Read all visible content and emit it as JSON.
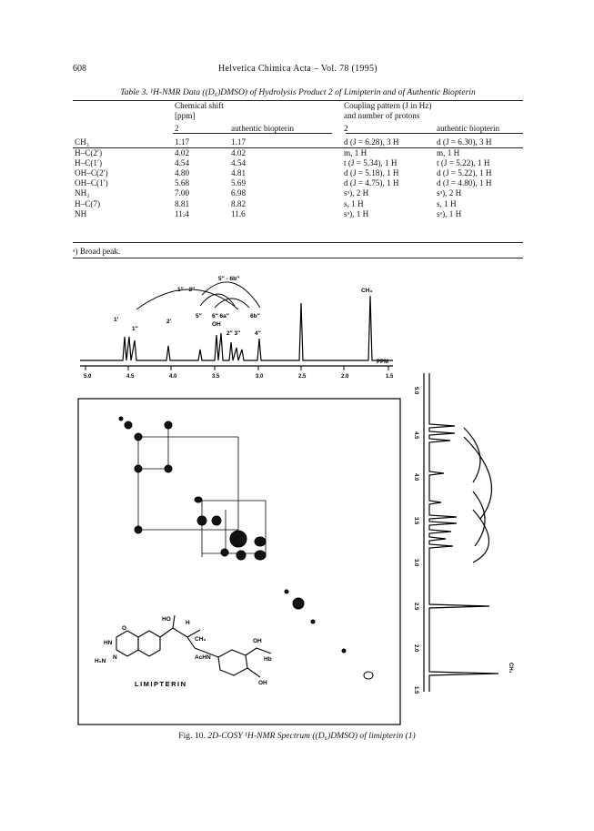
{
  "header": {
    "page_number": "608",
    "journal": "Helvetica Chimica Acta – Vol. 78 (1995)"
  },
  "table": {
    "caption": "Table 3. ¹H-NMR Data ((D₆)DMSO) of Hydrolysis Product 2 of Limipterin and of Authentic Biopterin",
    "group1_line1": "Chemical shift",
    "group1_line2": "[ppm]",
    "group2_line1": "Coupling pattern (J in Hz)",
    "group2_line2": "and number of protons",
    "sub_2a": "2",
    "sub_bio_a": "authentic biopterin",
    "sub_2b": "2",
    "sub_bio_b": "authentic biopterin",
    "rows": [
      {
        "label": "CH₃",
        "shift2": "1.17",
        "shiftbio": "1.17",
        "coup2": "d (J = 6.28), 3 H",
        "coupbio": "d (J = 6.30), 3 H"
      },
      {
        "label": "H–C(2′)",
        "shift2": "4.02",
        "shiftbio": "4.02",
        "coup2": "m, 1 H",
        "coupbio": "m, 1 H"
      },
      {
        "label": "H–C(1′)",
        "shift2": "4.54",
        "shiftbio": "4.54",
        "coup2": "t (J = 5.34), 1 H",
        "coupbio": "t (J = 5.22), 1 H"
      },
      {
        "label": "OH–C(2′)",
        "shift2": "4.80",
        "shiftbio": "4.81",
        "coup2": "d (J = 5.18), 1 H",
        "coupbio": "d (J = 5.22), 1 H"
      },
      {
        "label": "OH–C(1′)",
        "shift2": "5.68",
        "shiftbio": "5.69",
        "coup2": "d (J = 4.75), 1 H",
        "coupbio": "d (J = 4.80), 1 H"
      },
      {
        "label": "NH₂",
        "shift2": "7.00",
        "shiftbio": "6.98",
        "coup2": "sᵃ), 2 H",
        "coupbio": "sᵃ), 2 H"
      },
      {
        "label": "H–C(7)",
        "shift2": "8.81",
        "shiftbio": "8.82",
        "coup2": "s, 1 H",
        "coupbio": "s, 1 H"
      },
      {
        "label": "NH",
        "shift2": "11.4",
        "shiftbio": "11.6",
        "coup2": "sᵃ), 1 H",
        "coupbio": "sᵃ), 1 H"
      }
    ],
    "footnote": "ᵃ)   Broad peak."
  },
  "figure": {
    "caption_prefix": "Fig. 10.",
    "caption_body": "2D-COSY ¹H-NMR Spectrum ((D₆)DMSO) of limipterin (1)",
    "x_ticks": [
      "5.0",
      "4.5",
      "4.0",
      "3.5",
      "3.0",
      "2.5",
      "2.0",
      "1.5"
    ],
    "ppm": "PPM",
    "peak_labels": {
      "ch3": "CH₃",
      "p1p": "1′",
      "p1pp": "1″",
      "p2p": "2′",
      "p5pp": "5″",
      "p6": "6″ 6a″",
      "oh": "OH",
      "p23": "2″ 3″",
      "p4": "4″",
      "p6b": "6b″",
      "c1": "1″ - 2″",
      "c2": "5″ - 6b″"
    },
    "molecule_name": "LIMIPTERIN"
  }
}
